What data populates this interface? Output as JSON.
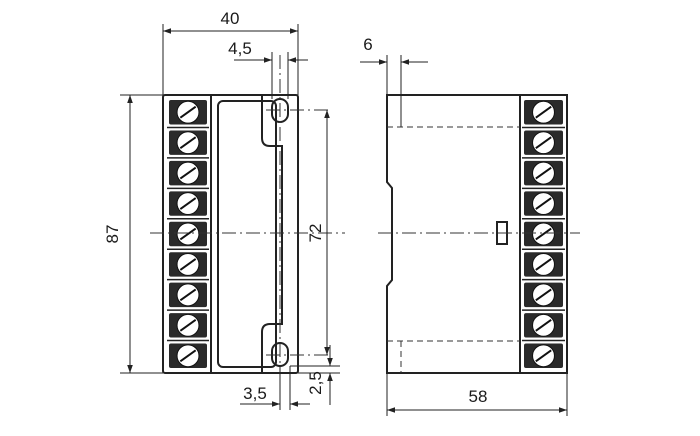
{
  "dimensions": {
    "total_width": "40",
    "slot_offset": "4,5",
    "height": "87",
    "hole_spacing": "72",
    "bottom_offset": "3,5",
    "hole_margin": "2,5",
    "rail_offset": "6",
    "depth": "58"
  },
  "terminal_count": 9
}
